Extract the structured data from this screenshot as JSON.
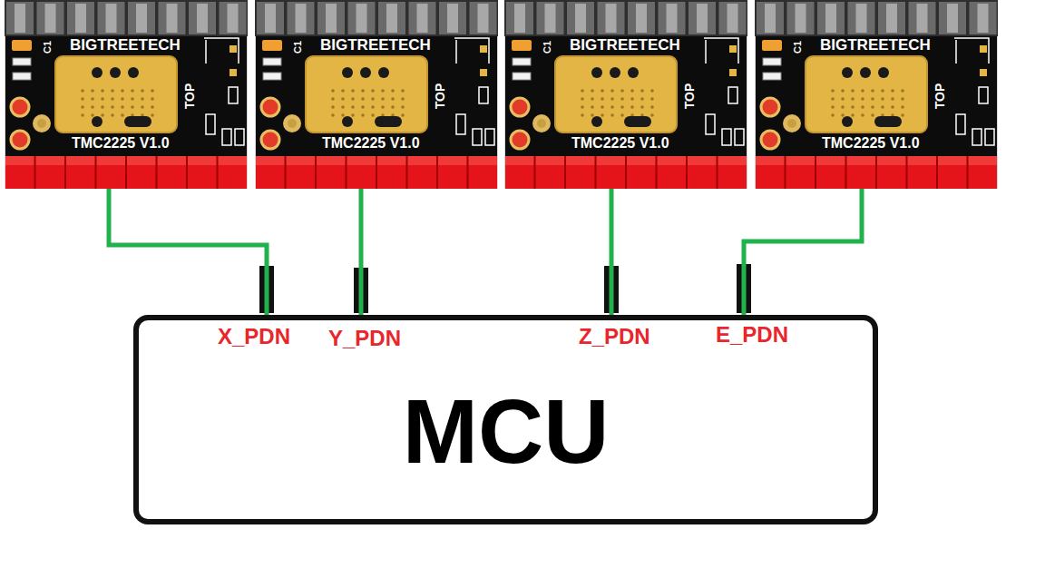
{
  "diagram": {
    "nodes": [
      {
        "text": [
          "C1",
          "BIGTREETECH",
          "TOP",
          "TMC2225 V1.0"
        ]
      },
      {
        "text": [
          "C1",
          "BIGTREETECH",
          "TOP",
          "TMC2225 V1.0"
        ]
      },
      {
        "text": [
          "C1",
          "BIGTREETECH",
          "TOP",
          "TMC2225 V1.0"
        ]
      },
      {
        "text": [
          "C1",
          "BIGTREETECH",
          "TOP",
          "TMC2225 V1.0"
        ]
      },
      {
        "text": [
          "MCU"
        ]
      }
    ],
    "edges": [
      {
        "from": 0,
        "to": 4,
        "arrow": "none"
      },
      {
        "from": 1,
        "to": 4,
        "arrow": "none"
      },
      {
        "from": 2,
        "to": 4,
        "arrow": "none"
      },
      {
        "from": 3,
        "to": 4,
        "arrow": "none"
      }
    ],
    "labels": [
      "X_PDN",
      "Y_PDN",
      "Z_PDN",
      "E_PDN"
    ]
  }
}
